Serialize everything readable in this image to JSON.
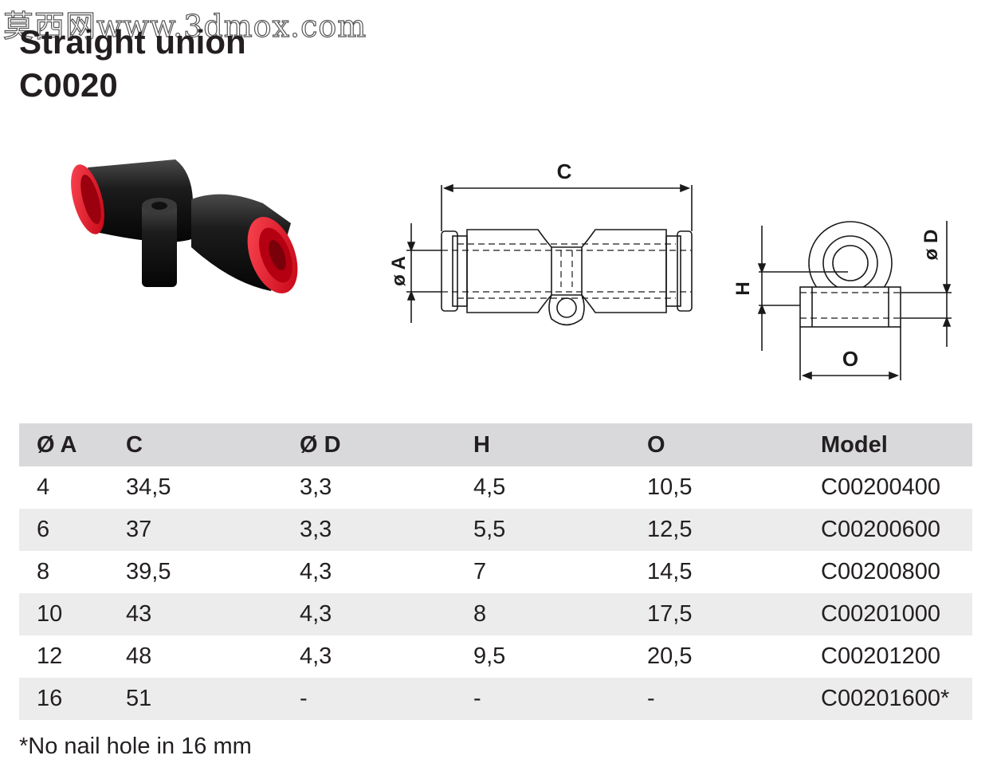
{
  "watermark": "莫西网www.3dmox.com",
  "title": {
    "line1": "Straight union",
    "line2": "C0020"
  },
  "drawing": {
    "label_c": "C",
    "label_a": "ø A",
    "label_h": "H",
    "label_d": "ø D",
    "label_o": "O"
  },
  "table": {
    "headers": [
      "Ø A",
      "C",
      "Ø D",
      "H",
      "O",
      "Model"
    ],
    "rows": [
      [
        "4",
        "34,5",
        "3,3",
        "4,5",
        "10,5",
        "C00200400"
      ],
      [
        "6",
        "37",
        "3,3",
        "5,5",
        "12,5",
        "C00200600"
      ],
      [
        "8",
        "39,5",
        "4,3",
        "7",
        "14,5",
        "C00200800"
      ],
      [
        "10",
        "43",
        "4,3",
        "8",
        "17,5",
        "C00201000"
      ],
      [
        "12",
        "48",
        "4,3",
        "9,5",
        "20,5",
        "C00201200"
      ],
      [
        "16",
        "51",
        "-",
        "-",
        "-",
        "C00201600*"
      ]
    ]
  },
  "footnote": "*No nail hole in 16 mm",
  "colors": {
    "header_bg": "#d9d9db",
    "row_alt_bg": "#ececed",
    "collet_red": "#e3001b",
    "body_black": "#1a1a1a"
  }
}
